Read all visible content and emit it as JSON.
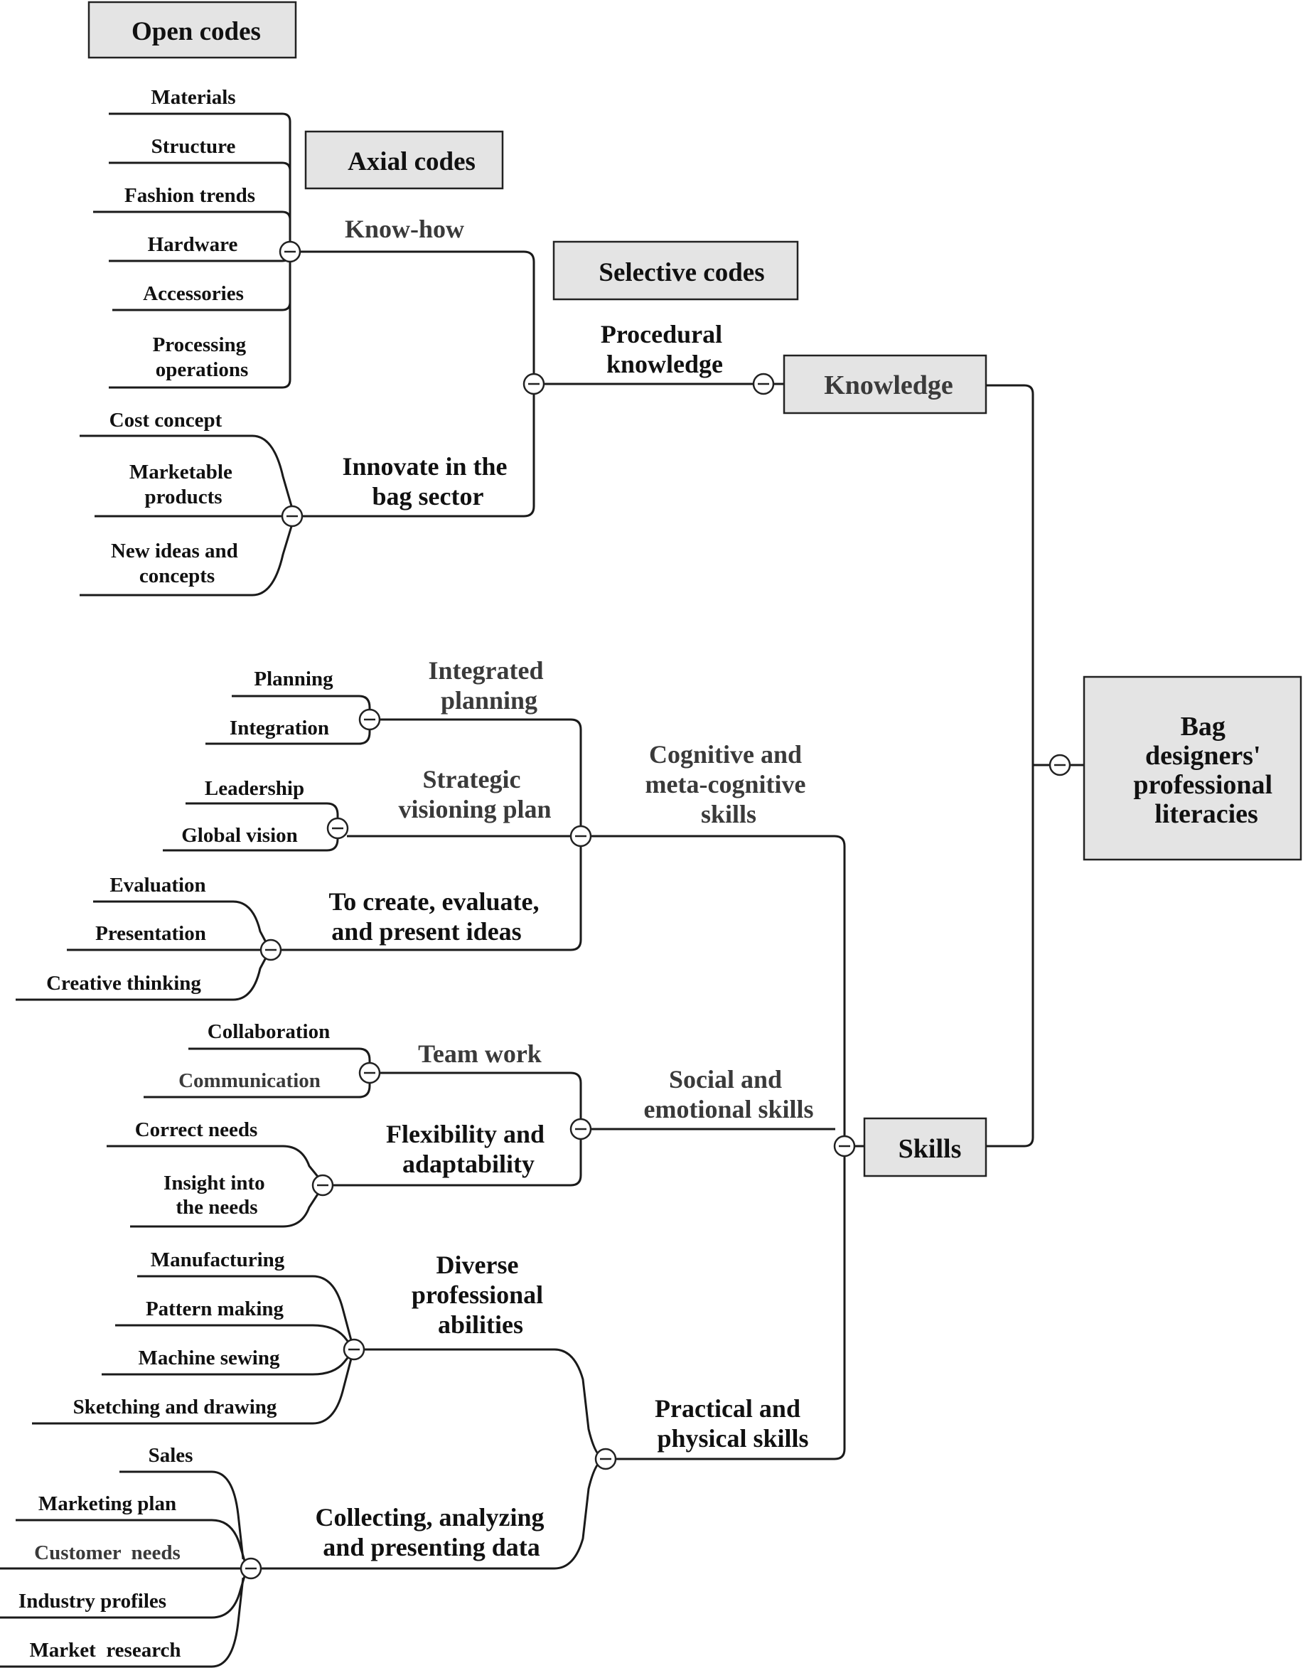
{
  "headers": {
    "open_codes": "Open codes",
    "axial_codes": "Axial codes",
    "selective_codes": "Selective codes"
  },
  "root": "Bag designers' professional literacies",
  "root_lines": [
    "Bag",
    "designers'",
    "professional",
    "literacies"
  ],
  "knowledge": {
    "label": "Knowledge",
    "axial": "Procedural knowledge",
    "axial_lines": [
      "Procedural",
      "knowledge"
    ],
    "groups": [
      {
        "label": "Know-how",
        "lines": [
          "Know-how"
        ],
        "items": [
          "Materials",
          "Structure",
          "Fashion trends",
          "Hardware",
          "Accessories",
          "Processing operations"
        ]
      },
      {
        "label": "Innovate in the bag sector",
        "lines": [
          "Innovate in the",
          "bag sector"
        ],
        "items": [
          "Cost concept",
          "Marketable products",
          "New ideas and concepts"
        ]
      }
    ]
  },
  "skills": {
    "label": "Skills",
    "branches": [
      {
        "label": "Cognitive and meta-cognitive skills",
        "lines": [
          "Cognitive and",
          "meta-cognitive",
          "skills"
        ],
        "groups": [
          {
            "label": "Integrated planning",
            "lines": [
              "Integrated",
              "planning"
            ],
            "items": [
              "Planning",
              "Integration"
            ]
          },
          {
            "label": "Strategic visioning plan",
            "lines": [
              "Strategic",
              "visioning plan"
            ],
            "items": [
              "Leadership",
              "Global vision"
            ]
          },
          {
            "label": "To create, evaluate, and present ideas",
            "lines": [
              "To create, evaluate,",
              "and present ideas"
            ],
            "items": [
              "Evaluation",
              "Presentation",
              "Creative thinking"
            ]
          }
        ]
      },
      {
        "label": "Social and emotional skills",
        "lines": [
          "Social and",
          "emotional skills"
        ],
        "groups": [
          {
            "label": "Team work",
            "lines": [
              "Team work"
            ],
            "items": [
              "Collaboration",
              "Communication"
            ]
          },
          {
            "label": "Flexibility and adaptability",
            "lines": [
              "Flexibility and",
              "adaptability"
            ],
            "items": [
              "Correct needs",
              "Insight into the needs"
            ]
          }
        ]
      },
      {
        "label": "Practical and physical skills",
        "lines": [
          "Practical and",
          "physical skills"
        ],
        "groups": [
          {
            "label": "Diverse professional abilities",
            "lines": [
              "Diverse",
              "professional",
              "abilities"
            ],
            "items": [
              "Manufacturing",
              "Pattern making",
              "Machine sewing",
              "Sketching and drawing"
            ]
          },
          {
            "label": "Collecting, analyzing and presenting data",
            "lines": [
              "Collecting, analyzing",
              "and presenting data"
            ],
            "items": [
              "Sales",
              "Marketing plan",
              "Customer  needs",
              "Industry profiles",
              "Market  research"
            ]
          }
        ]
      }
    ]
  }
}
